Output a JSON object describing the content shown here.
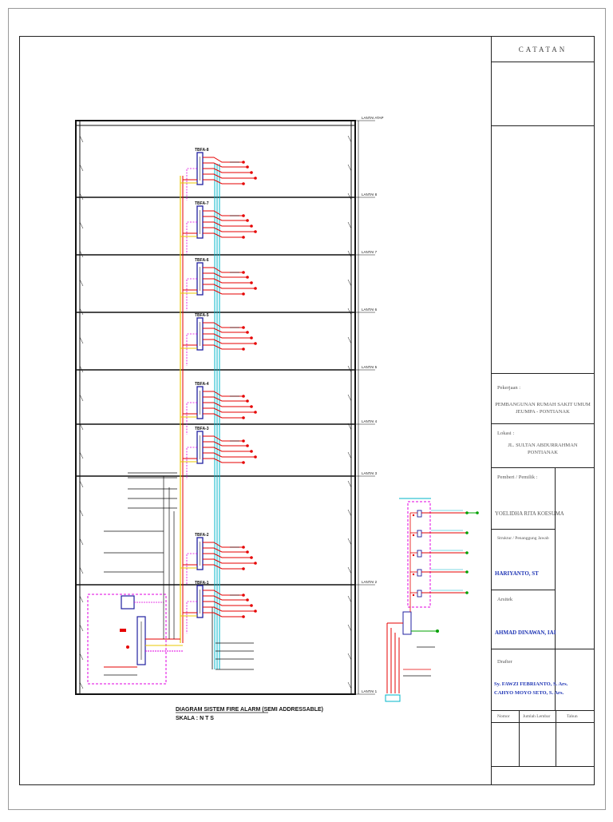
{
  "notes": {
    "title": "CATATAN"
  },
  "title_block": {
    "project_label": "Pekerjaan  :",
    "project_value_1": "PEMBANGUNAN RUMAH SAKIT UMUM",
    "project_value_2": "JEUMPA - PONTIANAK",
    "location_label": "Lokasi   :",
    "location_value_1": "JL. SULTAN ABDURRAHMAN",
    "location_value_2": "PONTIANAK",
    "owner_label": "Pemberi / Pemilik  :",
    "owner_value": "YOELIDHA RITA KOESUMA",
    "structure_label": "Struktur / Penanggung Jawab",
    "structure_value": "HARIYANTO, ST",
    "architect_label": "Arsitek",
    "architect_value": "AHMAD DINAWAN, IAI",
    "drafter_label": "Drafter",
    "drafter_value_1": "Sy. FAWZI FEBRIANTO, S. Ars.",
    "drafter_value_2": "CAHYO MOYO SETO, S. Ars.",
    "col_number": "Nomor",
    "col_sheets": "Jumlah Lembar",
    "col_year": "Tahun"
  },
  "diagram": {
    "title": "DIAGRAM SISTEM FIRE ALARM (SEMI ADDRESSABLE)",
    "scale": "SKALA : N T S",
    "floor_levels": [
      "LANTAI ATAP",
      "LANTAI 8",
      "LANTAI 7",
      "LANTAI 6",
      "LANTAI 5",
      "LANTAI 4",
      "LANTAI 3",
      "LANTAI 2",
      "LANTAI 1"
    ],
    "panels": [
      "TBFA-8",
      "TBFA-7",
      "TBFA-6",
      "TBFA-5",
      "TBFA-4",
      "TBFA-3",
      "TBFA-2",
      "TBFA-1"
    ],
    "colors": {
      "red": "#e60000",
      "magenta": "#e000e0",
      "cyan": "#00b4c8",
      "blue": "#2020a0",
      "yellow": "#e8c800",
      "green": "#00a000",
      "black": "#111111"
    }
  }
}
